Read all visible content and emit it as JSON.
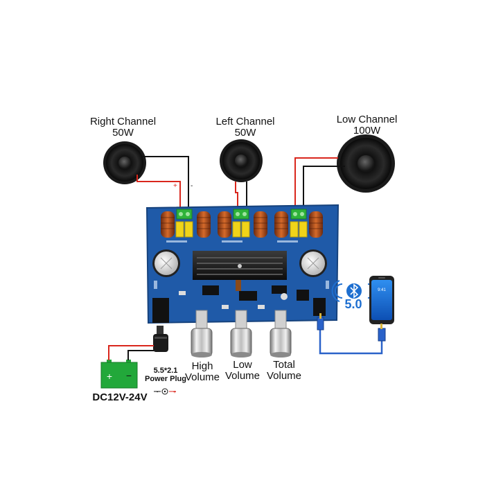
{
  "speakers": [
    {
      "name": "Right Channel",
      "power": "50W"
    },
    {
      "name": "Left Channel",
      "power": "50W"
    },
    {
      "name": "Low Channel",
      "power": "100W"
    }
  ],
  "polarity": {
    "plus": "+",
    "minus": "-"
  },
  "knobs": [
    {
      "line1": "High",
      "line2": "Volume"
    },
    {
      "line1": "Low",
      "line2": "Volume"
    },
    {
      "line1": "Total",
      "line2": "Volume"
    }
  ],
  "battery": {
    "plus": "+",
    "minus": "−",
    "label": "DC12V-24V"
  },
  "power_plug": {
    "line1": "5.5*2.1",
    "line2": "Power Plug"
  },
  "bluetooth": {
    "version": "5.0"
  },
  "phone": {
    "time": "9:41"
  },
  "colors": {
    "board": "#1f5aa8",
    "wire_red": "#d9261c",
    "wire_black": "#111111",
    "terminal": "#2eb33a",
    "battery": "#22a83a",
    "bluetooth": "#1e6fd0",
    "cable": "#2a62c9"
  }
}
